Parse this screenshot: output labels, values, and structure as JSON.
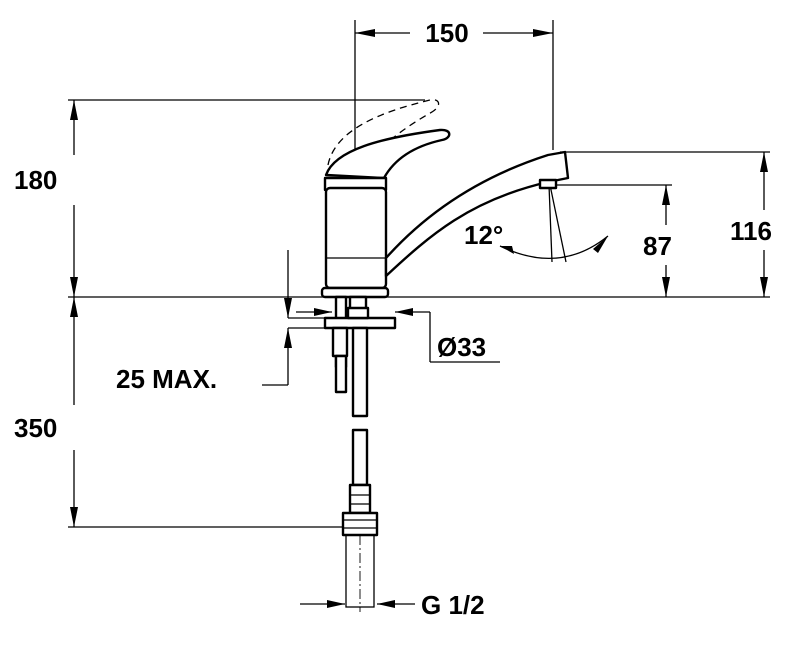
{
  "dimensions": {
    "width_top": "150",
    "height_total": "180",
    "height_spout": "116",
    "height_outlet": "87",
    "angle": "12°",
    "hole_diameter": "Ø33",
    "max_thickness": "25 MAX.",
    "hose_length": "350",
    "thread": "G 1/2"
  },
  "colors": {
    "line": "#000000",
    "background": "#ffffff"
  }
}
